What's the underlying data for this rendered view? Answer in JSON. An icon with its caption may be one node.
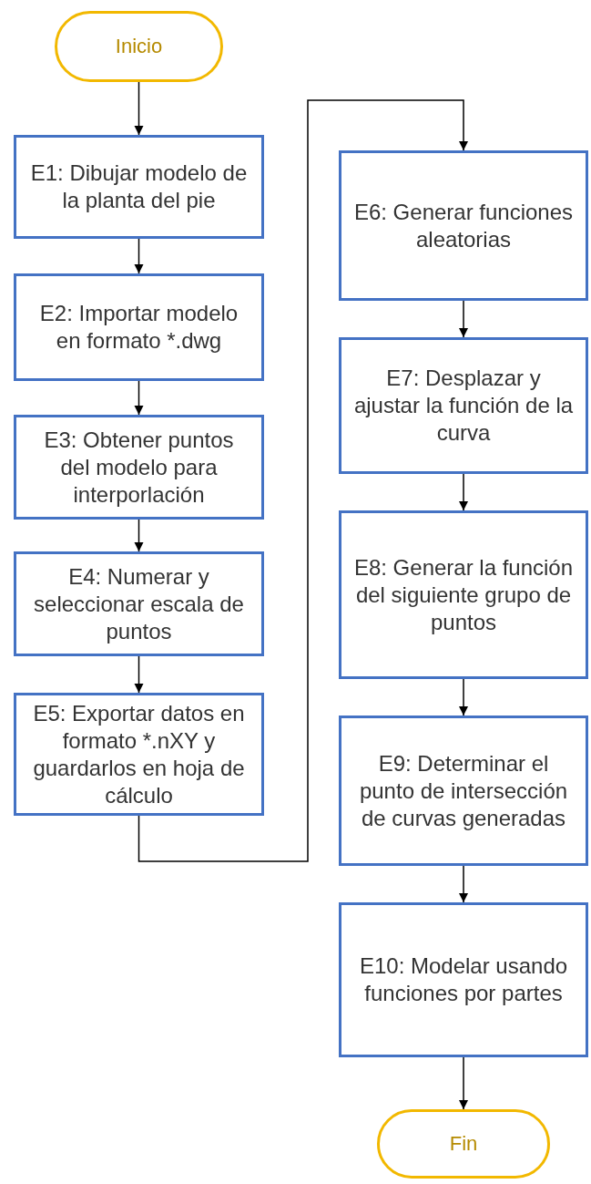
{
  "diagram": {
    "nodes": [
      {
        "text": [
          "Inicio"
        ]
      },
      {
        "text": [
          "E1: Dibujar modelo de la planta del pie"
        ]
      },
      {
        "text": [
          "E2: Importar modelo en formato *.dwg"
        ]
      },
      {
        "text": [
          "E3: Obtener puntos del modelo para interporlación"
        ]
      },
      {
        "text": [
          "E4: Numerar y seleccionar escala de puntos"
        ]
      },
      {
        "text": [
          "E5: Exportar datos en formato *.nXY y guardarlos en hoja de cálculo"
        ]
      },
      {
        "text": [
          "E6: Generar funciones aleatorias"
        ]
      },
      {
        "text": [
          "E7: Desplazar y ajustar la función de la curva"
        ]
      },
      {
        "text": [
          "E8: Generar la función del siguiente grupo de puntos"
        ]
      },
      {
        "text": [
          "E9: Determinar el punto de intersección de curvas generadas"
        ]
      },
      {
        "text": [
          "E10: Modelar usando funciones por partes"
        ]
      },
      {
        "text": [
          "Fin"
        ]
      }
    ],
    "edges": [
      {
        "from": 0,
        "to": 1,
        "arrow": "to"
      },
      {
        "from": 1,
        "to": 2,
        "arrow": "to"
      },
      {
        "from": 2,
        "to": 3,
        "arrow": "to"
      },
      {
        "from": 3,
        "to": 4,
        "arrow": "to"
      },
      {
        "from": 4,
        "to": 5,
        "arrow": "to"
      },
      {
        "from": 5,
        "to": 6,
        "arrow": "to"
      },
      {
        "from": 6,
        "to": 7,
        "arrow": "to"
      },
      {
        "from": 7,
        "to": 8,
        "arrow": "to"
      },
      {
        "from": 8,
        "to": 9,
        "arrow": "to"
      },
      {
        "from": 9,
        "to": 10,
        "arrow": "to"
      },
      {
        "from": 10,
        "to": 11,
        "arrow": "to"
      }
    ]
  }
}
